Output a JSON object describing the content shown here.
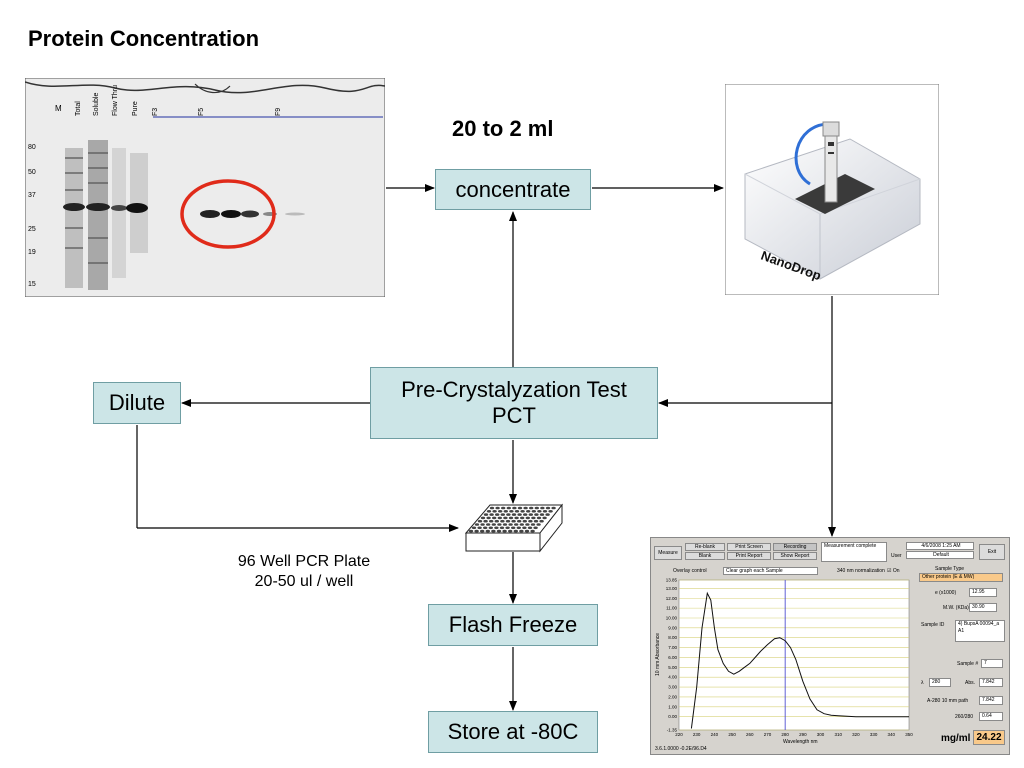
{
  "page_title": "Protein Concentration",
  "gel": {
    "lanes": [
      "M",
      "Total",
      "Soluble",
      "Flow Thru",
      "Pure",
      "F3",
      "F5",
      "F9"
    ],
    "markers": [
      "80",
      "50",
      "37",
      "25",
      "19",
      "15"
    ]
  },
  "volume_label": "20 to 2 ml",
  "boxes": {
    "concentrate": "concentrate",
    "pct_line1": "Pre-Crystalyzation Test",
    "pct_line2": "PCT",
    "dilute": "Dilute",
    "flash_freeze": "Flash Freeze",
    "store": "Store at -80C"
  },
  "plate_label": {
    "line1": "96 Well PCR Plate",
    "line2": "20-50 ul / well"
  },
  "instrument_logo": "NanoDrop",
  "nanodrop_ui": {
    "buttons": {
      "measure": "Measure",
      "reblank": "Re-blank",
      "blank": "Blank",
      "print_screen": "Print Screen",
      "print_report": "Print Report",
      "recording": "Recording",
      "show_report": "Show Report",
      "exit": "Exit"
    },
    "status": "Measurement complete",
    "datetime": "4/6/2008 1:25 AM",
    "user_label": "User",
    "user_value": "Default",
    "overlay_label": "Overlay control",
    "overlay_value": "Clear graph each Sample",
    "norm_label": "340 nm normalization",
    "norm_value": "On",
    "sample_type_label": "Sample Type",
    "sample_type_value": "Other protein (E & MW)",
    "epsilon_label": "e (x1000)",
    "epsilon_value": "12.95",
    "mw_label": "M.W. (KDa)",
    "mw_value": "30.90",
    "sample_id_label": "Sample ID",
    "sample_id_value": "4) BupsA 00094_a A1",
    "sample_num_label": "Sample #",
    "sample_num_value": "7",
    "lambda_label": "λ",
    "lambda_value": "280",
    "abs_label": "Abs.",
    "abs_value": "7.842",
    "a280_label": "A-280 10 mm path",
    "a280_value": "7.842",
    "ratio_label": "260/280",
    "ratio_value": "0.64",
    "conc_label": "mg/ml",
    "conc_value": "24.22",
    "y_axis_label": "10 mm Absorbance",
    "x_axis_label": "Wavelength nm",
    "footer": "3.6.1.0000 -0.2E/96.D4"
  },
  "chart_data": {
    "type": "line",
    "title": "",
    "xlabel": "Wavelength nm",
    "ylabel": "10 mm Absorbance",
    "xlim": [
      220,
      350
    ],
    "ylim": [
      -1.35,
      13.85
    ],
    "x_ticks": [
      220,
      230,
      240,
      250,
      260,
      270,
      280,
      290,
      300,
      310,
      320,
      330,
      340,
      350
    ],
    "y_ticks": [
      -1.35,
      0.0,
      1.0,
      2.0,
      3.0,
      4.0,
      5.0,
      6.0,
      7.0,
      8.0,
      9.0,
      10.0,
      11.0,
      12.0,
      13.0,
      13.85
    ],
    "marker_x": 280,
    "grid": true,
    "series": [
      {
        "x": [
          227,
          230,
          233,
          236,
          238,
          240,
          242,
          245,
          248,
          251,
          254,
          257,
          260,
          263,
          266,
          270,
          274,
          277,
          280,
          283,
          286,
          290,
          294,
          298,
          302,
          306,
          310,
          315,
          320,
          330,
          340,
          350
        ],
        "values": [
          -1.2,
          3.0,
          9.0,
          12.5,
          11.8,
          9.0,
          6.8,
          5.4,
          4.6,
          4.3,
          4.6,
          5.0,
          5.4,
          6.0,
          6.6,
          7.3,
          7.9,
          8.0,
          7.7,
          7.0,
          5.8,
          3.6,
          1.8,
          0.7,
          0.3,
          0.15,
          0.1,
          0.05,
          0.0,
          0.0,
          0.0,
          0.0
        ]
      }
    ]
  }
}
